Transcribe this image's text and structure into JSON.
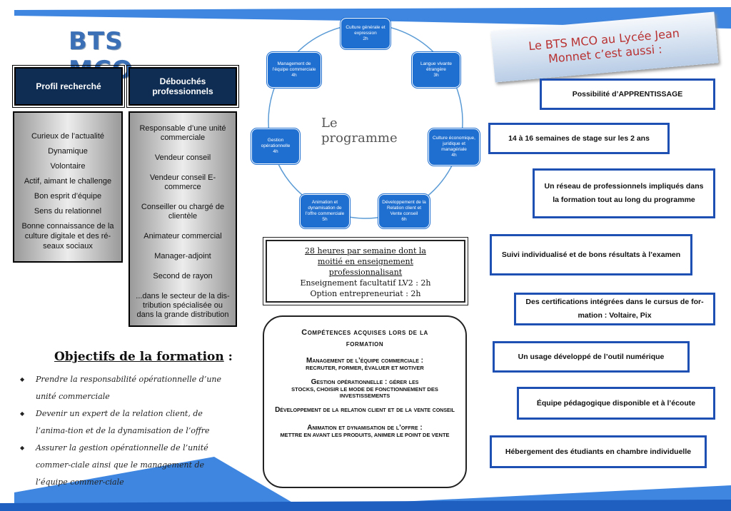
{
  "title": "BTS MCO",
  "profil": {
    "header": "Profil recherché",
    "items": [
      "Curieux de l’actualité",
      "Dynamique",
      "Volontaire",
      "Actif, aimant le challenge",
      "Bon esprit d’équipe",
      "Sens du relationnel",
      "Bonne connaissance de la culture digitale et des ré-seaux sociaux"
    ]
  },
  "debouches": {
    "header": "Débouchés professionnels",
    "items": [
      "Responsable d’une unité commerciale",
      "Vendeur conseil",
      "Vendeur conseil E-commerce",
      "Conseiller ou chargé de clientèle",
      "Animateur commercial",
      "Manager-adjoint",
      "Second de rayon",
      "...dans le secteur de la dis-tribution spécialisée ou dans la grande distribution"
    ]
  },
  "programme": {
    "title": "Le programme",
    "nodes": [
      {
        "label": "Culture générale et expression",
        "hours": "2h"
      },
      {
        "label": "Langue vivante étrangère",
        "hours": "3h"
      },
      {
        "label": "Culture économique, juridique et managériale",
        "hours": "4h"
      },
      {
        "label": "Développement de la Relation client et Vente conseil",
        "hours": "6h"
      },
      {
        "label": "Animation et dynamisation de l’offre commerciale",
        "hours": "5h"
      },
      {
        "label": "Gestion opérationnelle",
        "hours": "4h"
      },
      {
        "label": "Management de l’équipe commerciale",
        "hours": "4h"
      }
    ]
  },
  "hours_box": {
    "line1": "28 heures par semaine dont la moitié en enseignement professionnalisant",
    "line2": "Enseignement facultatif LV2 : 2h",
    "line3": "Option entrepreneuriat : 2h"
  },
  "competences": {
    "title": "Compétences acquises lors de la formation",
    "items": [
      {
        "title": "Management de l’équipe commerciale :",
        "desc": "recruter, former, évaluer et motiver"
      },
      {
        "title": "Gestion opérationnelle : gérer les",
        "desc": "stocks, choisir le mode de fonctionnement des investissements"
      },
      {
        "title": "Développement de la relation client et de la vente conseil",
        "desc": ""
      },
      {
        "title": "Animation et dynamisation de l’offre :",
        "desc": "mettre en avant les produits, animer le point de vente"
      }
    ]
  },
  "objectifs": {
    "title": "Objectifs de la formation",
    "suffix": " :",
    "items": [
      "Prendre la responsabilité opérationnelle d’une unité commerciale",
      "Devenir un expert de la relation client, de l’anima-tion et de la dynamisation de l’offre",
      "Assurer la gestion opérationnelle de l’unité commer-ciale ainsi que le management de l’équipe commer-ciale"
    ]
  },
  "aussi": {
    "ribbon": "Le BTS MCO au Lycée Jean Monnet c’est aussi :",
    "items": [
      "Possibilité d’APPRENTISSAGE",
      "14 à 16 semaines de stage sur les 2 ans",
      "Un réseau de professionnels impliqués dans la formation tout au long du programme",
      "Suivi individualisé et de bons résultats à l’examen",
      "Des certifications intégrées dans le cursus de for-mation : Voltaire, Pix",
      "Un usage développé de l’outil numérique",
      "Équipe pédagogique disponible et à l’écoute",
      "Hébergement des étudiants en chambre individuelle"
    ]
  },
  "colors": {
    "accent": "#1e50b4",
    "header_bg": "#0f2d52",
    "node": "#1f6fd0",
    "ribbon_text": "#b83232"
  }
}
